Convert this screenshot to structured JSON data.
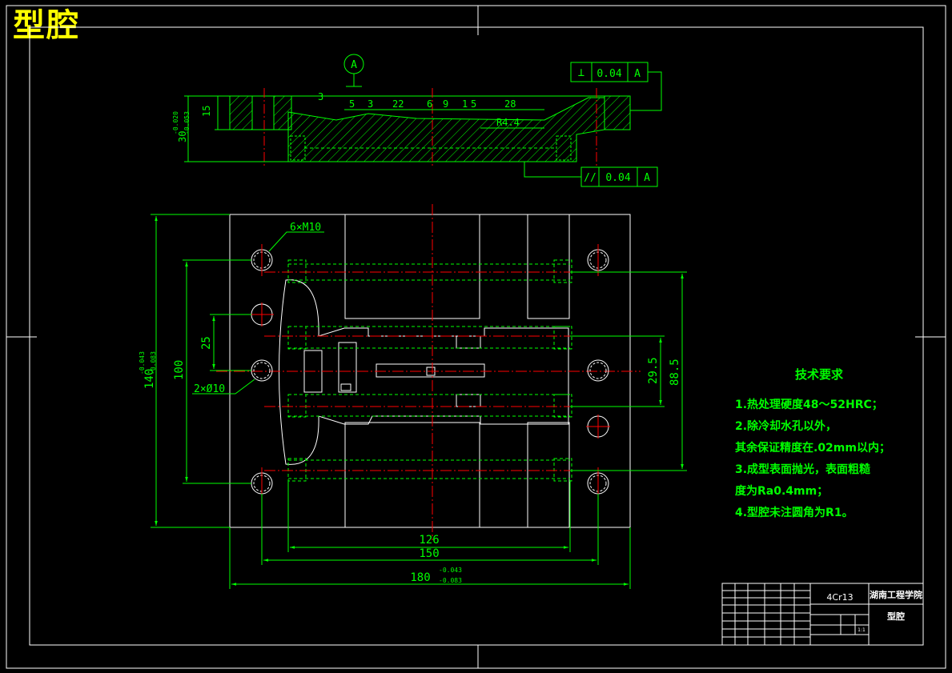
{
  "drawing": {
    "title": "型腔",
    "datum": "A",
    "tolerance_top": {
      "symbol": "⊥",
      "value": "0.04",
      "datum": "A"
    },
    "tolerance_bottom": {
      "symbol": "//",
      "value": "0.04",
      "datum": "A"
    },
    "section_dims": {
      "d3a": "3",
      "d5": "5",
      "d3b": "3",
      "d22": "22",
      "d6": "6",
      "d9": "9",
      "d1": "1",
      "d5b": "5",
      "d28": "28",
      "r44": "R4.4",
      "d15": "15",
      "d30": "30",
      "d30_tol_up": "-0.020",
      "d30_tol_low": "-0.053"
    },
    "plan_dims": {
      "holes": "6×M10",
      "pins": "2×Ø10",
      "d25": "25",
      "d100": "100",
      "d140": "140",
      "d140_tol_up": "-0.043",
      "d140_tol_low": "-0.083",
      "d29_5": "29.5",
      "d88_5": "88.5",
      "d126": "126",
      "d150": "150",
      "d180": "180",
      "d180_tol_up": "-0.043",
      "d180_tol_low": "-0.083"
    },
    "tech": {
      "heading": "技术要求",
      "lines": [
        "1.热处理硬度48～52HRC；",
        "2.除冷却水孔以外，",
        "其余保证精度在.02mm以内；",
        "3.成型表面抛光，表面粗糙",
        "度为Ra0.4mm；",
        "4.型腔未注圆角为R1。"
      ]
    },
    "title_block": {
      "material": "4Cr13",
      "school": "湖南工程学院",
      "part": "型腔",
      "scale": "1:1"
    }
  },
  "colors": {
    "line": "#00ff00",
    "center": "#ff0000",
    "frame": "#ffffff",
    "title": "#ffff00"
  }
}
